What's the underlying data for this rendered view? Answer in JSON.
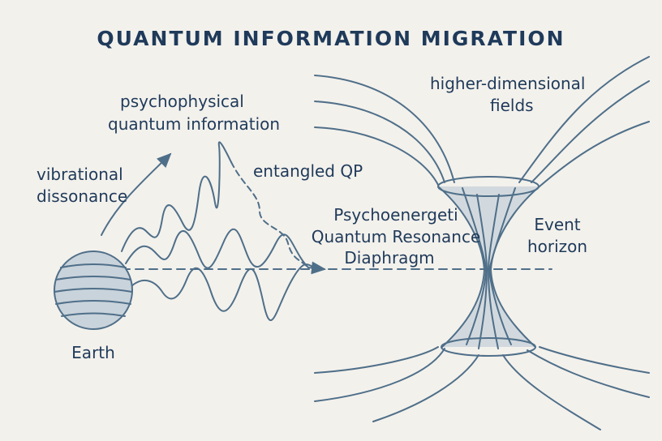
{
  "title": "QUANTUM INFORMATION MIGRATION",
  "labels": {
    "psych1": "psychophysical",
    "psych2": "quantum information",
    "vib1": "vibrational",
    "vib2": "dissonance",
    "entangled": "entangled QP",
    "higher1": "higher-dimensional",
    "higher2": "fields",
    "pqr1": "Psychoenergeti",
    "pqr2": "Quantum Resonance",
    "pqr3": "Diaphragm",
    "event1": "Event",
    "event2": "horizon",
    "earth": "Earth"
  },
  "colors": {
    "background": "#f3f1ec",
    "stroke": "#4f6f89",
    "text": "#1f3a5a",
    "fill": "#c9d3db"
  }
}
